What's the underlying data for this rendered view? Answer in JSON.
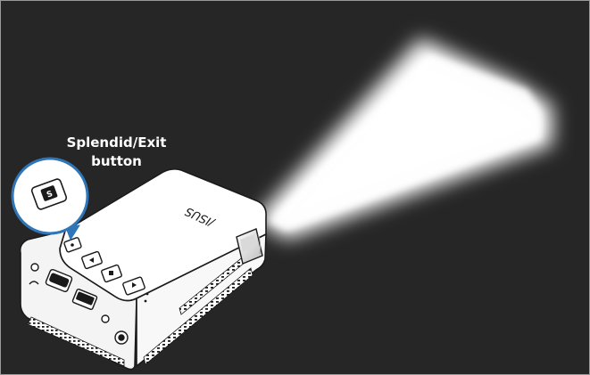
{
  "callout": {
    "line1": "Splendid/Exit",
    "line2": "button"
  },
  "device": {
    "brand_logo": "/ISUS",
    "button_icons": [
      "splendid-icon",
      "previous-icon",
      "play-pause-icon",
      "next-icon"
    ]
  },
  "colors": {
    "background": "#262626",
    "device_body": "#ffffff",
    "outline": "#1a1a1a",
    "callout_fill": "#2f76b8",
    "light_beam": "#ffffff"
  }
}
